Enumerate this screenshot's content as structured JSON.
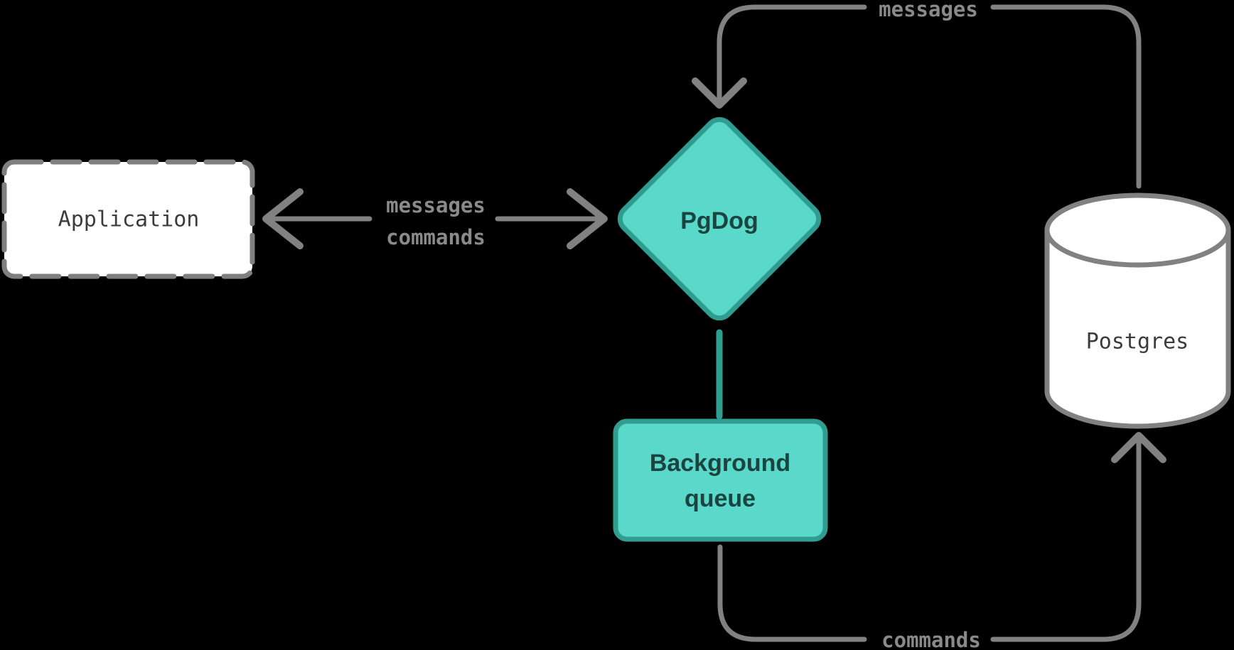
{
  "nodes": {
    "application": {
      "label": "Application",
      "shape": "dashed-rectangle",
      "fill": "#ffffff"
    },
    "pgdog": {
      "label": "PgDog",
      "shape": "diamond",
      "fill": "#5ad8c9"
    },
    "background_queue": {
      "label": "Background queue",
      "lines": [
        "Background",
        "queue"
      ],
      "shape": "rectangle",
      "fill": "#5ad8c9"
    },
    "postgres": {
      "label": "Postgres",
      "shape": "cylinder",
      "fill": "#ffffff"
    }
  },
  "edges": {
    "app_pgdog": {
      "labels": [
        "messages",
        "commands"
      ],
      "direction": "bidirectional",
      "from": "Application",
      "to": "PgDog"
    },
    "postgres_pgdog": {
      "label": "messages",
      "direction": "one-way",
      "from": "Postgres",
      "to": "PgDog"
    },
    "pgdog_queue": {
      "label": "",
      "direction": "none",
      "from": "PgDog",
      "to": "Background queue"
    },
    "queue_postgres": {
      "label": "commands",
      "direction": "one-way",
      "from": "Background queue",
      "to": "Postgres"
    }
  },
  "colors": {
    "background": "#000000",
    "teal_fill": "#5ad8c9",
    "teal_stroke": "#2f9e91",
    "teal_text": "#1a443f",
    "line_gray": "#818181",
    "label_gray": "#8a8a8a",
    "node_text_dark": "#3c3c3c",
    "node_fill_white": "#ffffff"
  }
}
